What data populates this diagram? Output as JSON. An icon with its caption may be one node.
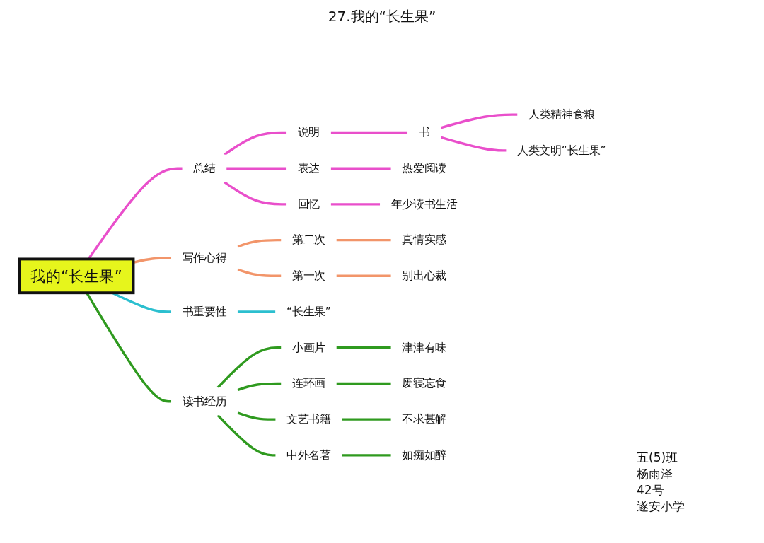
{
  "diagram": {
    "title": "27.我的“长生果”",
    "nodes": [
      {
        "text": [
          "我的“长生果”"
        ]
      },
      {
        "text": [
          "总结"
        ]
      },
      {
        "text": [
          "说明"
        ]
      },
      {
        "text": [
          "书"
        ]
      },
      {
        "text": [
          "人类精神食粮"
        ]
      },
      {
        "text": [
          "人类文明“长生果”"
        ]
      },
      {
        "text": [
          "表达"
        ]
      },
      {
        "text": [
          "热爱阅读"
        ]
      },
      {
        "text": [
          "回忆"
        ]
      },
      {
        "text": [
          "年少读书生活"
        ]
      },
      {
        "text": [
          "写作心得"
        ]
      },
      {
        "text": [
          "第二次"
        ]
      },
      {
        "text": [
          "真情实感"
        ]
      },
      {
        "text": [
          "第一次"
        ]
      },
      {
        "text": [
          "别出心裁"
        ]
      },
      {
        "text": [
          "书重要性"
        ]
      },
      {
        "text": [
          "“长生果”"
        ]
      },
      {
        "text": [
          "读书经历"
        ]
      },
      {
        "text": [
          "小画片"
        ]
      },
      {
        "text": [
          "津津有味"
        ]
      },
      {
        "text": [
          "连环画"
        ]
      },
      {
        "text": [
          "废寝忘食"
        ]
      },
      {
        "text": [
          "文艺书籍"
        ]
      },
      {
        "text": [
          "不求甚解"
        ]
      },
      {
        "text": [
          "中外名著"
        ]
      },
      {
        "text": [
          "如痴如醉"
        ]
      }
    ],
    "edges": [
      {
        "from": 0,
        "to": 1,
        "arrow": "none",
        "color": "#e94fcb"
      },
      {
        "from": 1,
        "to": 2,
        "arrow": "none",
        "color": "#e94fcb"
      },
      {
        "from": 2,
        "to": 3,
        "arrow": "none",
        "color": "#e94fcb"
      },
      {
        "from": 3,
        "to": 4,
        "arrow": "none",
        "color": "#e94fcb"
      },
      {
        "from": 3,
        "to": 5,
        "arrow": "none",
        "color": "#e94fcb"
      },
      {
        "from": 1,
        "to": 6,
        "arrow": "none",
        "color": "#e94fcb"
      },
      {
        "from": 6,
        "to": 7,
        "arrow": "none",
        "color": "#e94fcb"
      },
      {
        "from": 1,
        "to": 8,
        "arrow": "none",
        "color": "#e94fcb"
      },
      {
        "from": 8,
        "to": 9,
        "arrow": "none",
        "color": "#e94fcb"
      },
      {
        "from": 0,
        "to": 10,
        "arrow": "none",
        "color": "#f2956a"
      },
      {
        "from": 10,
        "to": 11,
        "arrow": "none",
        "color": "#f2956a"
      },
      {
        "from": 11,
        "to": 12,
        "arrow": "none",
        "color": "#f2956a"
      },
      {
        "from": 10,
        "to": 13,
        "arrow": "none",
        "color": "#f2956a"
      },
      {
        "from": 13,
        "to": 14,
        "arrow": "none",
        "color": "#f2956a"
      },
      {
        "from": 0,
        "to": 15,
        "arrow": "none",
        "color": "#2bbfcf"
      },
      {
        "from": 15,
        "to": 16,
        "arrow": "none",
        "color": "#2bbfcf"
      },
      {
        "from": 0,
        "to": 17,
        "arrow": "none",
        "color": "#2f9a1f"
      },
      {
        "from": 17,
        "to": 18,
        "arrow": "none",
        "color": "#2f9a1f"
      },
      {
        "from": 18,
        "to": 19,
        "arrow": "none",
        "color": "#2f9a1f"
      },
      {
        "from": 17,
        "to": 20,
        "arrow": "none",
        "color": "#2f9a1f"
      },
      {
        "from": 20,
        "to": 21,
        "arrow": "none",
        "color": "#2f9a1f"
      },
      {
        "from": 17,
        "to": 22,
        "arrow": "none",
        "color": "#2f9a1f"
      },
      {
        "from": 22,
        "to": 23,
        "arrow": "none",
        "color": "#2f9a1f"
      },
      {
        "from": 17,
        "to": 24,
        "arrow": "none",
        "color": "#2f9a1f"
      },
      {
        "from": 24,
        "to": 25,
        "arrow": "none",
        "color": "#2f9a1f"
      }
    ],
    "labels": [
      "五(5)班",
      "杨雨泽",
      "42号",
      "遂安小学"
    ]
  }
}
